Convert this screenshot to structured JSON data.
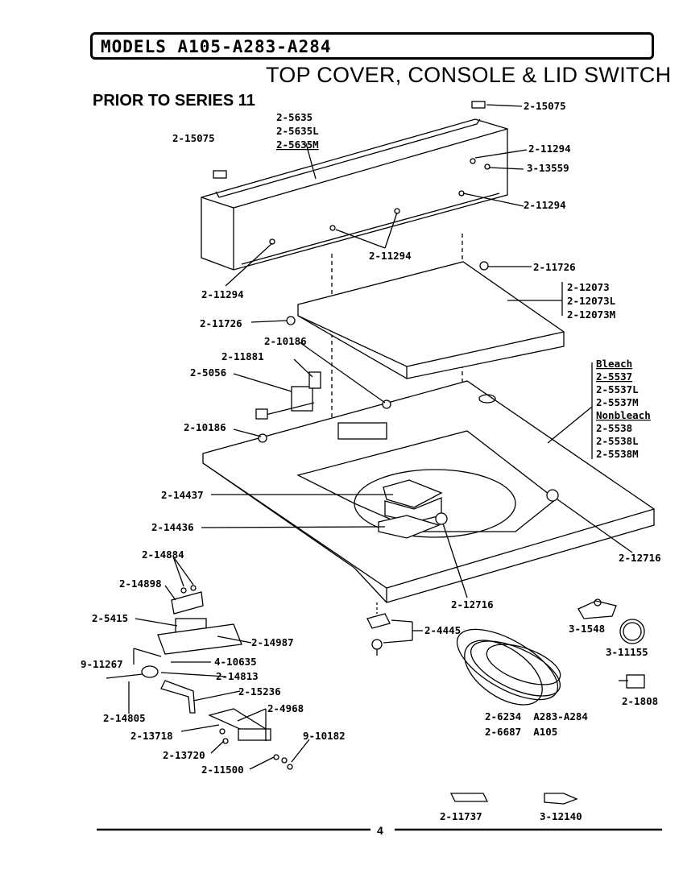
{
  "header": {
    "models": "MODELS A105-A283-A284",
    "title": "TOP COVER, CONSOLE & LID SWITCH",
    "subtitle": "PRIOR TO SERIES 11"
  },
  "parts": {
    "p_15075_tr": "2-15075",
    "p_5635": "2-5635",
    "p_5635L": "2-5635L",
    "p_5635M": "2-5635M",
    "p_15075_l": "2-15075",
    "p_11294_r1": "2-11294",
    "p_13559": "3-13559",
    "p_11294_r2": "2-11294",
    "p_11294_c": "2-11294",
    "p_11726_r": "2-11726",
    "p_11294_l": "2-11294",
    "p_12073": "2-12073",
    "p_12073L": "2-12073L",
    "p_12073M": "2-12073M",
    "p_11726_l": "2-11726",
    "p_10186_a": "2-10186",
    "p_11881": "2-11881",
    "p_5056": "2-5056",
    "bleach": "Bleach",
    "p_5537": "2-5537",
    "p_5537L": "2-5537L",
    "p_5537M": "2-5537M",
    "nonbleach": "Nonbleach",
    "p_5538": "2-5538",
    "p_5538L": "2-5538L",
    "p_5538M": "2-5538M",
    "p_10186_b": "2-10186",
    "p_14437": "2-14437",
    "p_14436": "2-14436",
    "p_12716_r": "2-12716",
    "p_12716_c": "2-12716",
    "p_14884": "2-14884",
    "p_14898": "2-14898",
    "p_5415": "2-5415",
    "p_14987": "2-14987",
    "p_11267": "9-11267",
    "p_10635": "4-10635",
    "p_14813": "2-14813",
    "p_15236": "2-15236",
    "p_14805": "2-14805",
    "p_4968": "2-4968",
    "p_13718": "2-13718",
    "p_10182": "9-10182",
    "p_13720": "2-13720",
    "p_11500": "2-11500",
    "p_4445": "2-4445",
    "p_1548": "3-1548",
    "p_11155": "3-11155",
    "p_1808": "2-1808",
    "p_6234": "2-6234  A283-A284",
    "p_6687": "2-6687  A105",
    "p_11737": "2-11737",
    "p_12140": "3-12140"
  },
  "footer": {
    "page_number": "4"
  }
}
